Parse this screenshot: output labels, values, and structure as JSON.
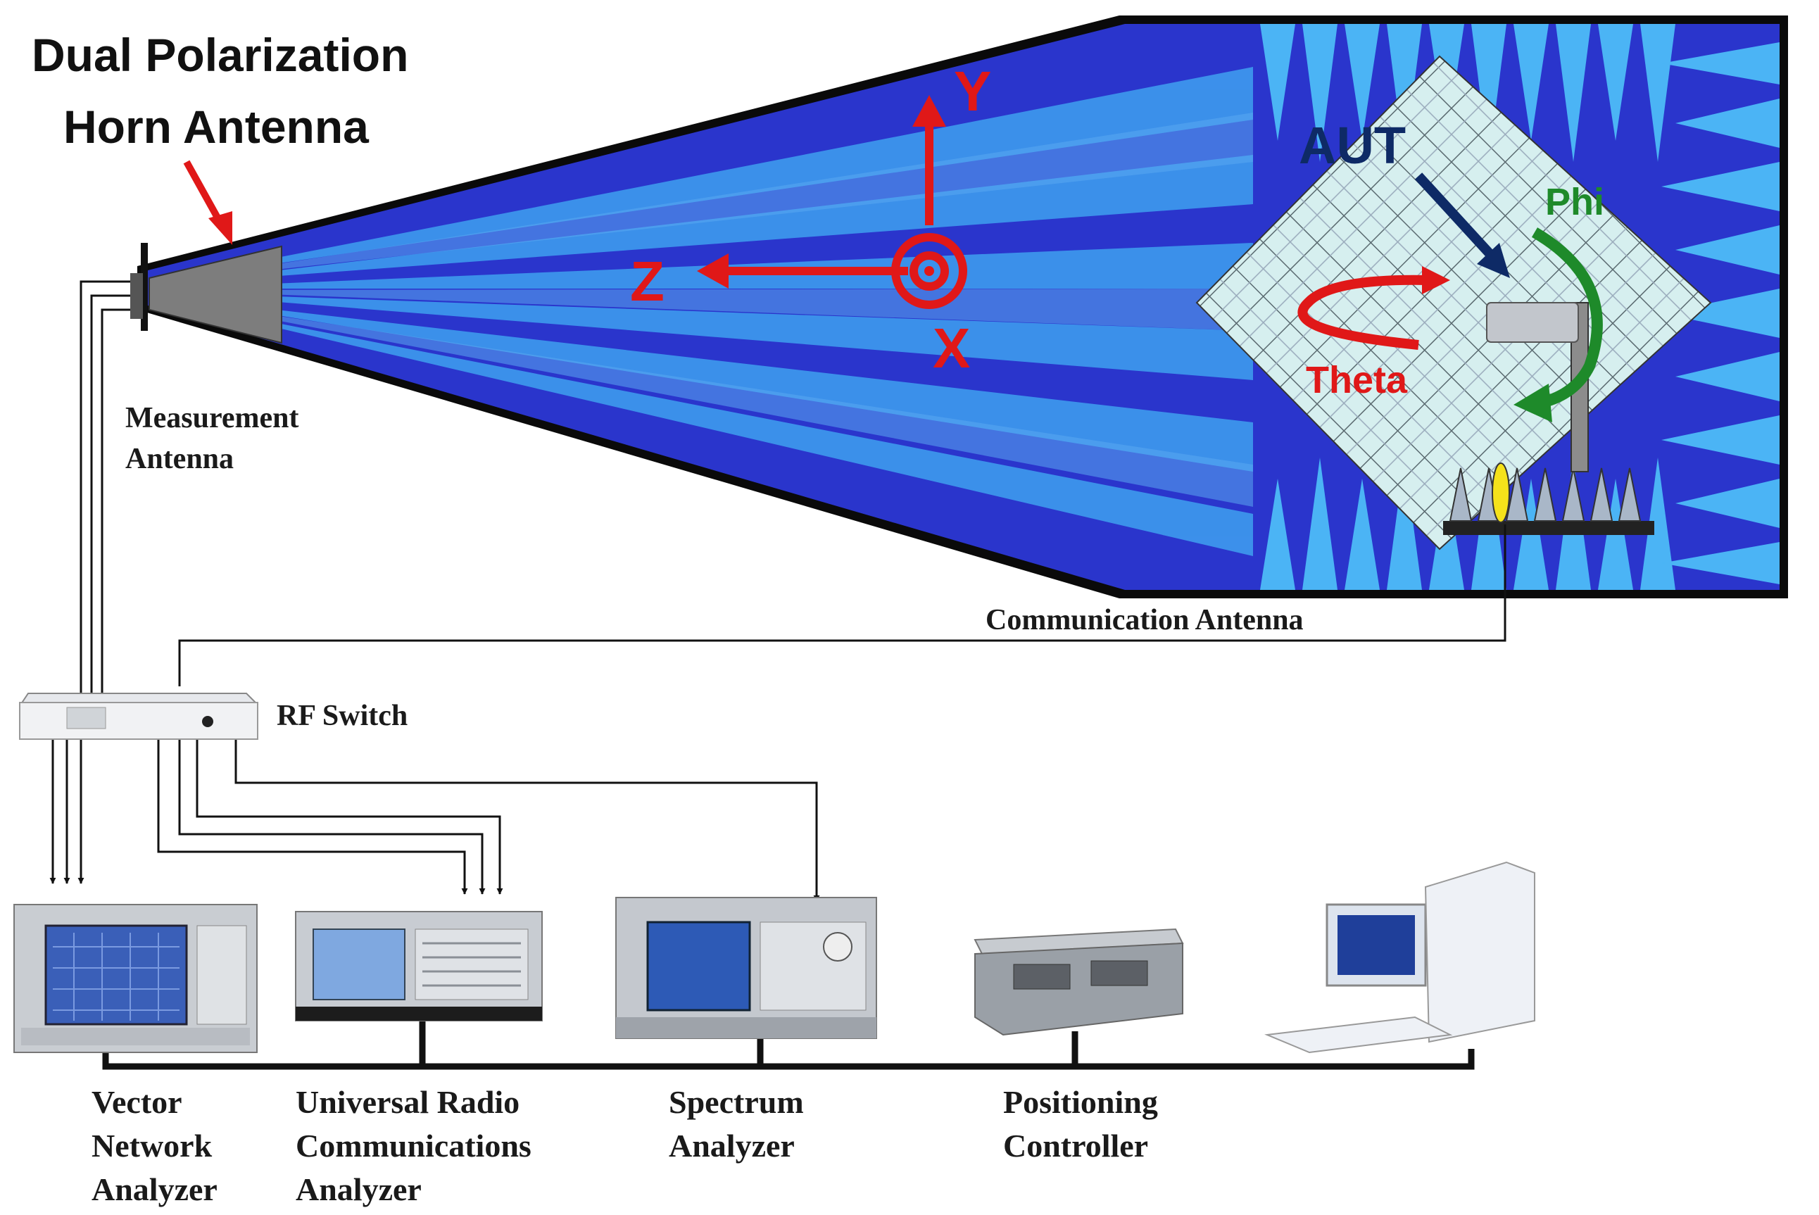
{
  "title": {
    "line1": "Dual Polarization",
    "line2": "Horn Antenna"
  },
  "chamber": {
    "axes": {
      "y": "Y",
      "z": "Z",
      "x": "X"
    },
    "aut": "AUT",
    "phi": "Phi",
    "theta": "Theta"
  },
  "labels": {
    "measurement_antenna": [
      "Measurement",
      "Antenna"
    ],
    "communication_antenna": "Communication Antenna",
    "rf_switch": "RF Switch"
  },
  "equipment": {
    "vna": [
      "Vector",
      "Network",
      "Analyzer"
    ],
    "urca": [
      "Universal Radio",
      "Communications",
      "Analyzer"
    ],
    "spectrum": [
      "Spectrum",
      "Analyzer"
    ],
    "positioning": [
      "Positioning",
      "Controller"
    ]
  },
  "colors": {
    "chamber_dark": "#2a35cc",
    "chamber_light": "#3fa0f0",
    "axis_red": "#e01818",
    "aut_navy": "#0e2a66",
    "phi_green": "#1e8a2a",
    "theta_red": "#e01818"
  }
}
